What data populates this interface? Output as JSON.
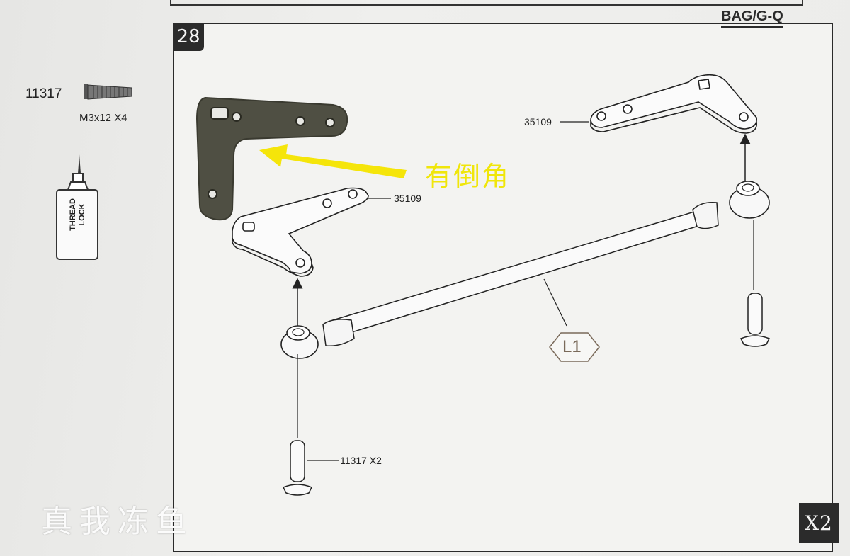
{
  "step": {
    "number": "28",
    "bag": "BAG/G-Q",
    "quantity": "X2"
  },
  "parts": {
    "screw_code": "11317",
    "screw_spec": "M3x12 X4",
    "thread_lock": [
      "THREAD",
      "LOCK"
    ]
  },
  "callouts": {
    "plate_top": "35109",
    "plate_left": "35109",
    "screw_bottom": "11317 X2",
    "link": "L1"
  },
  "annotation": "有倒角",
  "watermark": "真我冻鱼",
  "colors": {
    "annotation": "#f0e60a",
    "plate_photo": "#4f4f43",
    "badge": "#2b2b2b"
  }
}
